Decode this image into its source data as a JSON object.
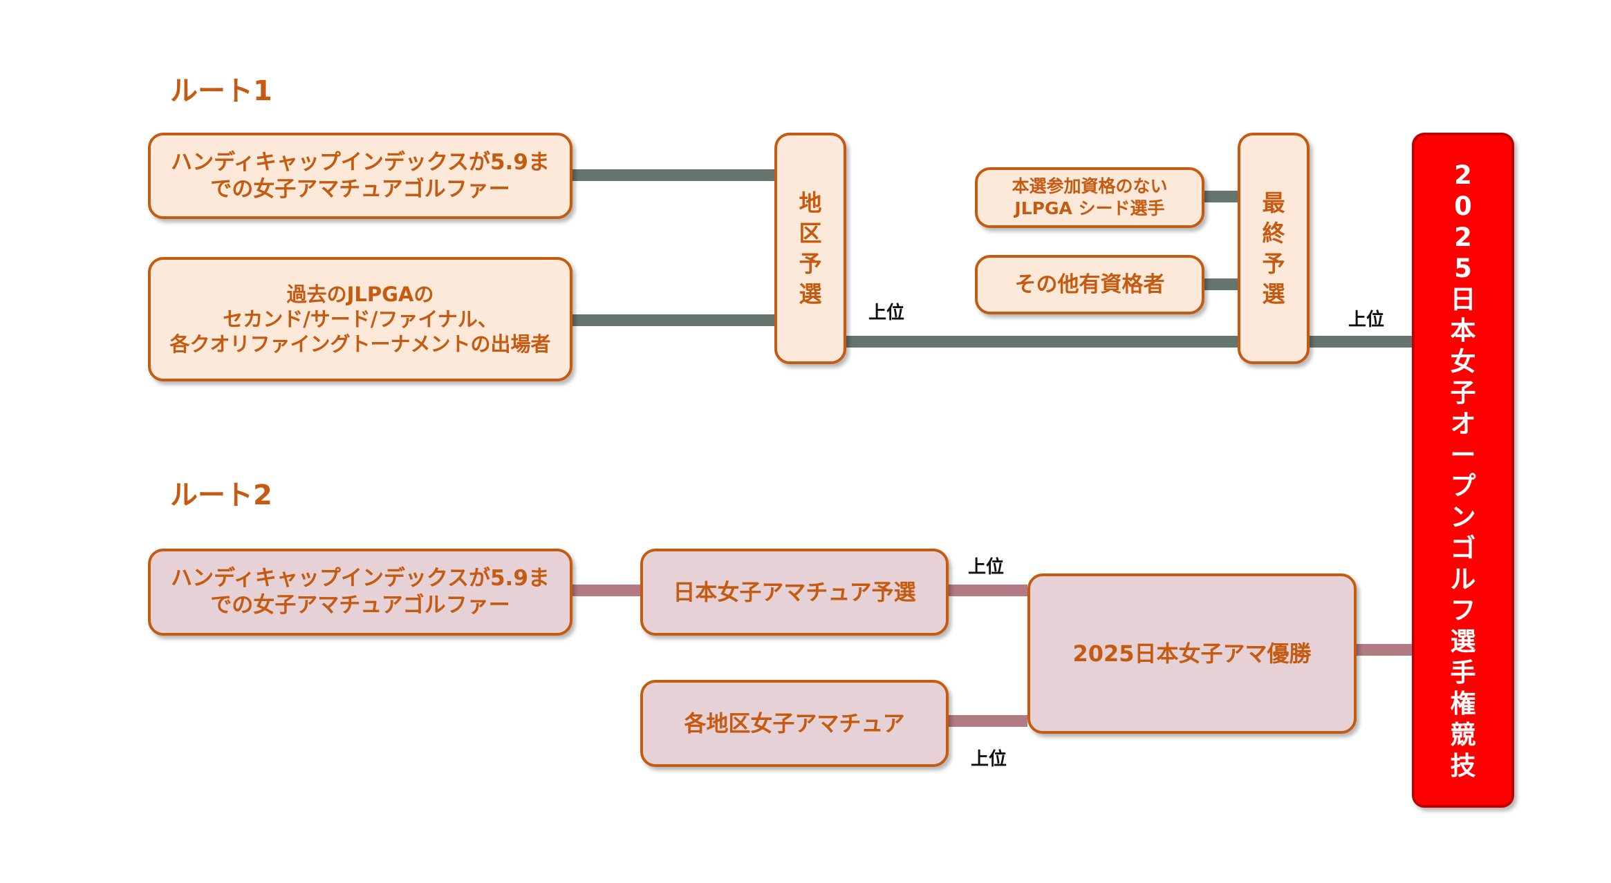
{
  "route1": {
    "title": "ルート1",
    "handicap_box": "ハンディキャップインデックスが5.9ま\nでの女子アマチュアゴルファー",
    "past_qualifier_box": "過去のJLPGAの\nセカンド/サード/ファイナル、\n各クオリファイングトーナメントの出場者",
    "regional_qualifier_chars": [
      "地",
      "区",
      "予",
      "選"
    ],
    "jlpga_seed_box": "本選参加資格のない\nJLPGA シード選手",
    "other_qualified_box": "その他有資格者",
    "final_qualifier_chars": [
      "最",
      "終",
      "予",
      "選"
    ],
    "label_top_after_regional": "上位",
    "label_top_after_final": "上位"
  },
  "route2": {
    "title": "ルート2",
    "handicap_box": "ハンディキャップインデックスが5.9ま\nでの女子アマチュアゴルファー",
    "japan_womens_amateur_qualifier_box": "日本女子アマチュア予選",
    "regional_womens_amateur_box": "各地区女子アマチュア",
    "amateur_champion_box": "2025日本女子アマ優勝",
    "label_top_upper": "上位",
    "label_top_lower": "上位"
  },
  "championship": {
    "chars": [
      "2",
      "0",
      "2",
      "5",
      "日",
      "本",
      "女",
      "子",
      "オ",
      "ー",
      "プ",
      "ン",
      "ゴ",
      "ル",
      "フ",
      "選",
      "手",
      "権",
      "競",
      "技"
    ]
  },
  "colors": {
    "accent_orange": "#c55a11",
    "peach_fill": "#fde9d9",
    "mauve_fill": "#e5d1d6",
    "gray_connector": "#66756d",
    "pink_connector": "#b37b86",
    "championship_red": "#ff0000"
  }
}
